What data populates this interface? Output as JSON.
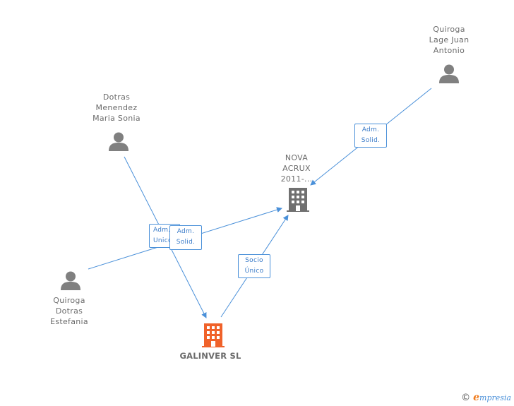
{
  "nodes": {
    "quiroga_lage": {
      "lines": [
        "Quiroga",
        "Lage Juan",
        "Antonio"
      ]
    },
    "dotras_menendez": {
      "lines": [
        "Dotras",
        "Menendez",
        "Maria Sonia"
      ]
    },
    "nova_acrux": {
      "lines": [
        "NOVA",
        "ACRUX",
        "2011-..."
      ]
    },
    "quiroga_dotras": {
      "lines": [
        "Quiroga",
        "Dotras",
        "Estefania"
      ]
    },
    "galinver": {
      "name": "GALINVER SL"
    }
  },
  "edges": {
    "adm_solid_top": {
      "line1": "Adm.",
      "line2": "Solid."
    },
    "adm_unico_left": {
      "line1": "Adm.",
      "line2": "Unico"
    },
    "adm_solid_mid": {
      "line1": "Adm.",
      "line2": "Solid."
    },
    "socio_unico": {
      "line1": "Socio",
      "line2": "Único"
    }
  },
  "colors": {
    "person": "#808080",
    "company_related": "#707070",
    "company_main": "#f0622a",
    "edge": "#4a90d9"
  },
  "brand": {
    "copyright": "©",
    "e": "e",
    "word": "mpresia"
  }
}
